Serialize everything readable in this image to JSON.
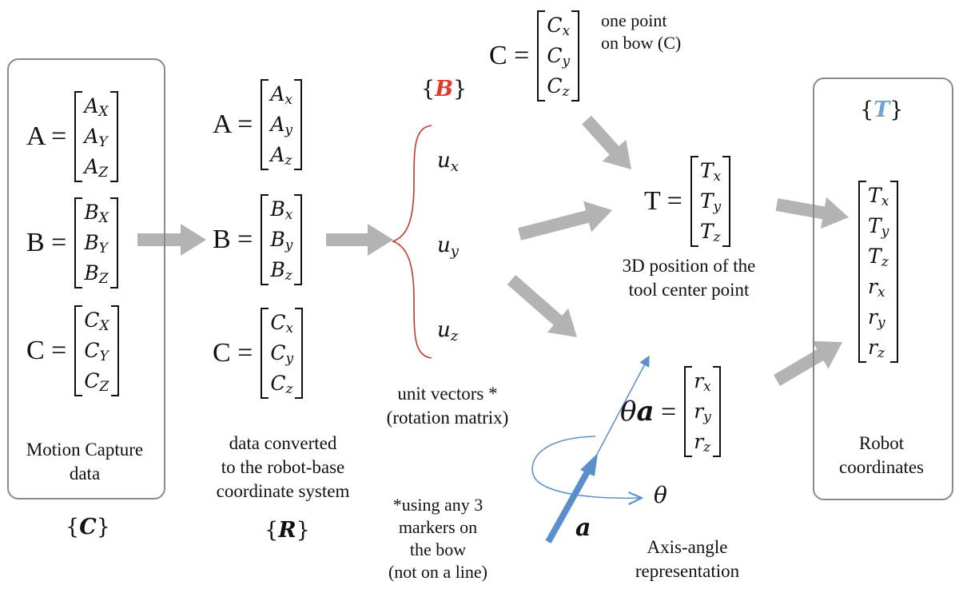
{
  "colors": {
    "frame_B": "#e03a2b",
    "frame_T": "#6fa3d6",
    "arrow_gray": "#b3b3b3",
    "axis_blue": "#5b8fcc",
    "brace_red": "#c0392b",
    "box_border": "#8a8a8a"
  },
  "mocap": {
    "A": {
      "lhs": "A =",
      "els": [
        "A",
        "X",
        "A",
        "Y",
        "A",
        "Z"
      ]
    },
    "B": {
      "lhs": "B =",
      "els": [
        "B",
        "X",
        "B",
        "Y",
        "B",
        "Z"
      ]
    },
    "C": {
      "lhs": "C =",
      "els": [
        "C",
        "X",
        "C",
        "Y",
        "C",
        "Z"
      ]
    },
    "caption_line1": "Motion Capture",
    "caption_line2": "data",
    "frame_open": "{",
    "frame_letter": "C",
    "frame_close": "}"
  },
  "robot_base": {
    "A": {
      "lhs": "A =",
      "els": [
        "A",
        "x",
        "A",
        "y",
        "A",
        "z"
      ]
    },
    "B": {
      "lhs": "B =",
      "els": [
        "B",
        "x",
        "B",
        "y",
        "B",
        "z"
      ]
    },
    "C": {
      "lhs": "C =",
      "els": [
        "C",
        "x",
        "C",
        "y",
        "C",
        "z"
      ]
    },
    "caption_line1": "data converted",
    "caption_line2": "to the robot-base",
    "caption_line3": "coordinate system",
    "frame_open": "{",
    "frame_letter": "R",
    "frame_close": "}"
  },
  "unit_vectors": {
    "frame_open": "{",
    "frame_letter": "B",
    "frame_close": "}",
    "items": [
      {
        "base": "u",
        "sub": "x"
      },
      {
        "base": "u",
        "sub": "y"
      },
      {
        "base": "u",
        "sub": "z"
      }
    ],
    "caption_line1": "unit vectors *",
    "caption_line2": "(rotation matrix)",
    "footnote_line1": "*using any 3",
    "footnote_line2": "markers on",
    "footnote_line3": "the bow",
    "footnote_line4": "(not on a line)"
  },
  "bow_point": {
    "lhs": "C =",
    "els": [
      "C",
      "x",
      "C",
      "y",
      "C",
      "z"
    ],
    "note_line1": "one point",
    "note_line2": "on bow (C)"
  },
  "tcp": {
    "lhs": "T =",
    "els": [
      "T",
      "x",
      "T",
      "y",
      "T",
      "z"
    ],
    "caption_line1": "3D position of the",
    "caption_line2": "tool center point"
  },
  "axis_angle": {
    "lhs_theta": "θ",
    "lhs_a": "a",
    "lhs_eq": " =",
    "els": [
      "r",
      "x",
      "r",
      "y",
      "r",
      "z"
    ],
    "theta_label": "θ",
    "a_label": "a",
    "caption_line1": "Axis-angle",
    "caption_line2": "representation"
  },
  "robot_coords": {
    "frame_open": "{",
    "frame_letter": "T",
    "frame_close": "}",
    "els": [
      "T",
      "x",
      "T",
      "y",
      "T",
      "z",
      "r",
      "x",
      "r",
      "y",
      "r",
      "z"
    ],
    "caption_line1": "Robot",
    "caption_line2": "coordinates"
  }
}
